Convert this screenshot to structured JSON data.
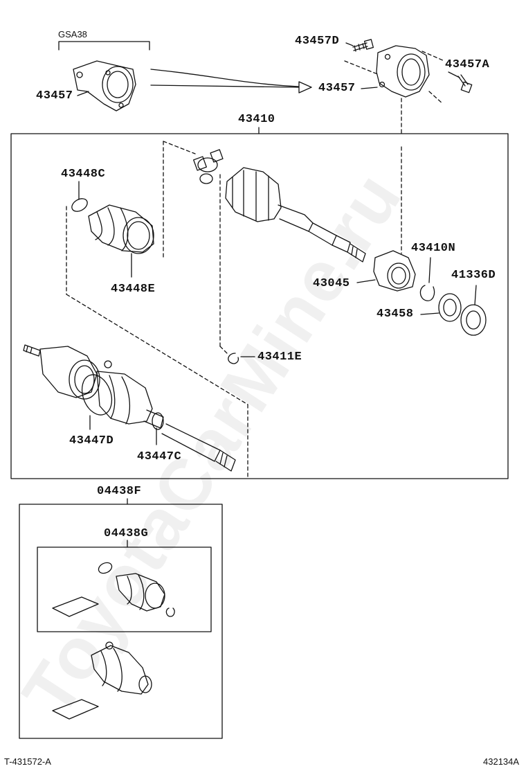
{
  "labels": {
    "gsa38": "GSA38",
    "p43457_left": "43457",
    "p43457D": "43457D",
    "p43457A": "43457A",
    "p43457_right": "43457",
    "p43410": "43410",
    "p43448C": "43448C",
    "p43448E": "43448E",
    "p43410N": "43410N",
    "p43045": "43045",
    "p41336D": "41336D",
    "p43458": "43458",
    "p43411E": "43411E",
    "p43447D": "43447D",
    "p43447C": "43447C",
    "p04438F": "04438F",
    "p04438G": "04438G",
    "ref_left": "T-431572-A",
    "ref_right": "432134A"
  },
  "watermark": "ToyotaCarMine.ru"
}
